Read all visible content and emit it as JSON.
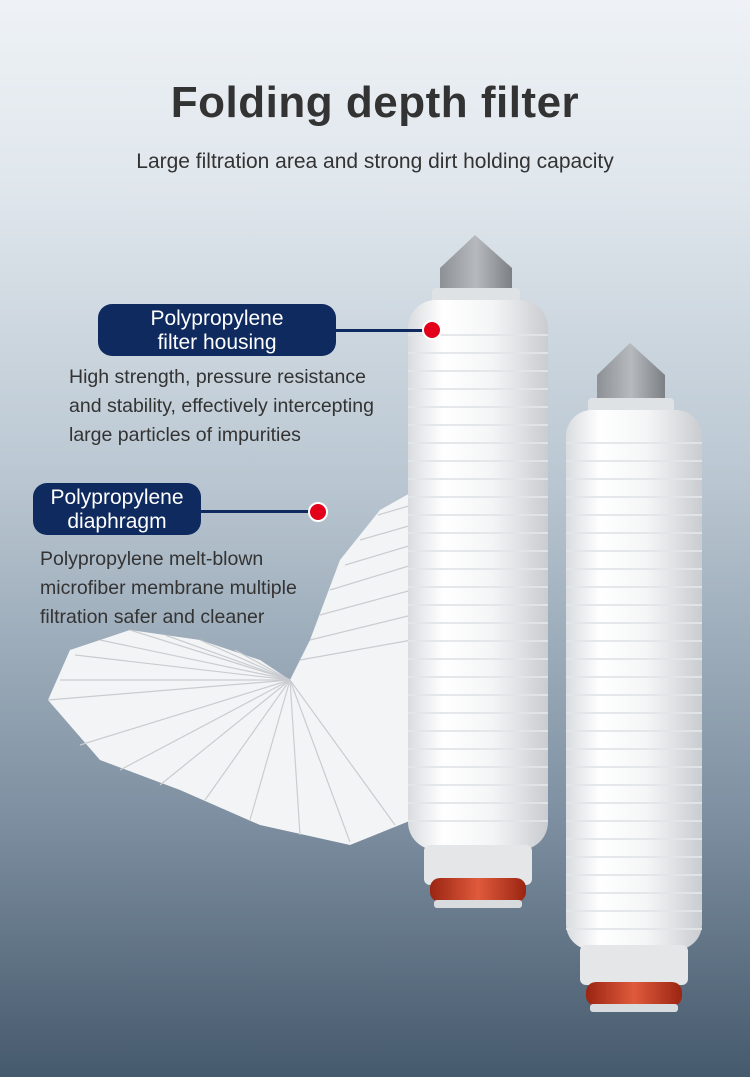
{
  "header": {
    "title": "Folding depth filter",
    "subtitle": "Large filtration area and strong dirt holding capacity"
  },
  "callouts": [
    {
      "label_line1": "Polypropylene",
      "label_line2": "filter housing",
      "description": [
        "High strength, pressure resistance",
        "and stability, effectively intercepting",
        "large particles of impurities"
      ]
    },
    {
      "label_line1": "Polypropylene",
      "label_line2": "diaphragm",
      "description": [
        "Polypropylene melt-blown",
        "microfiber membrane multiple",
        "filtration safer and cleaner"
      ]
    }
  ],
  "colors": {
    "label_background": "#0f2a5e",
    "marker_dot": "#e2001a",
    "seal_ring": "#c8321e"
  }
}
